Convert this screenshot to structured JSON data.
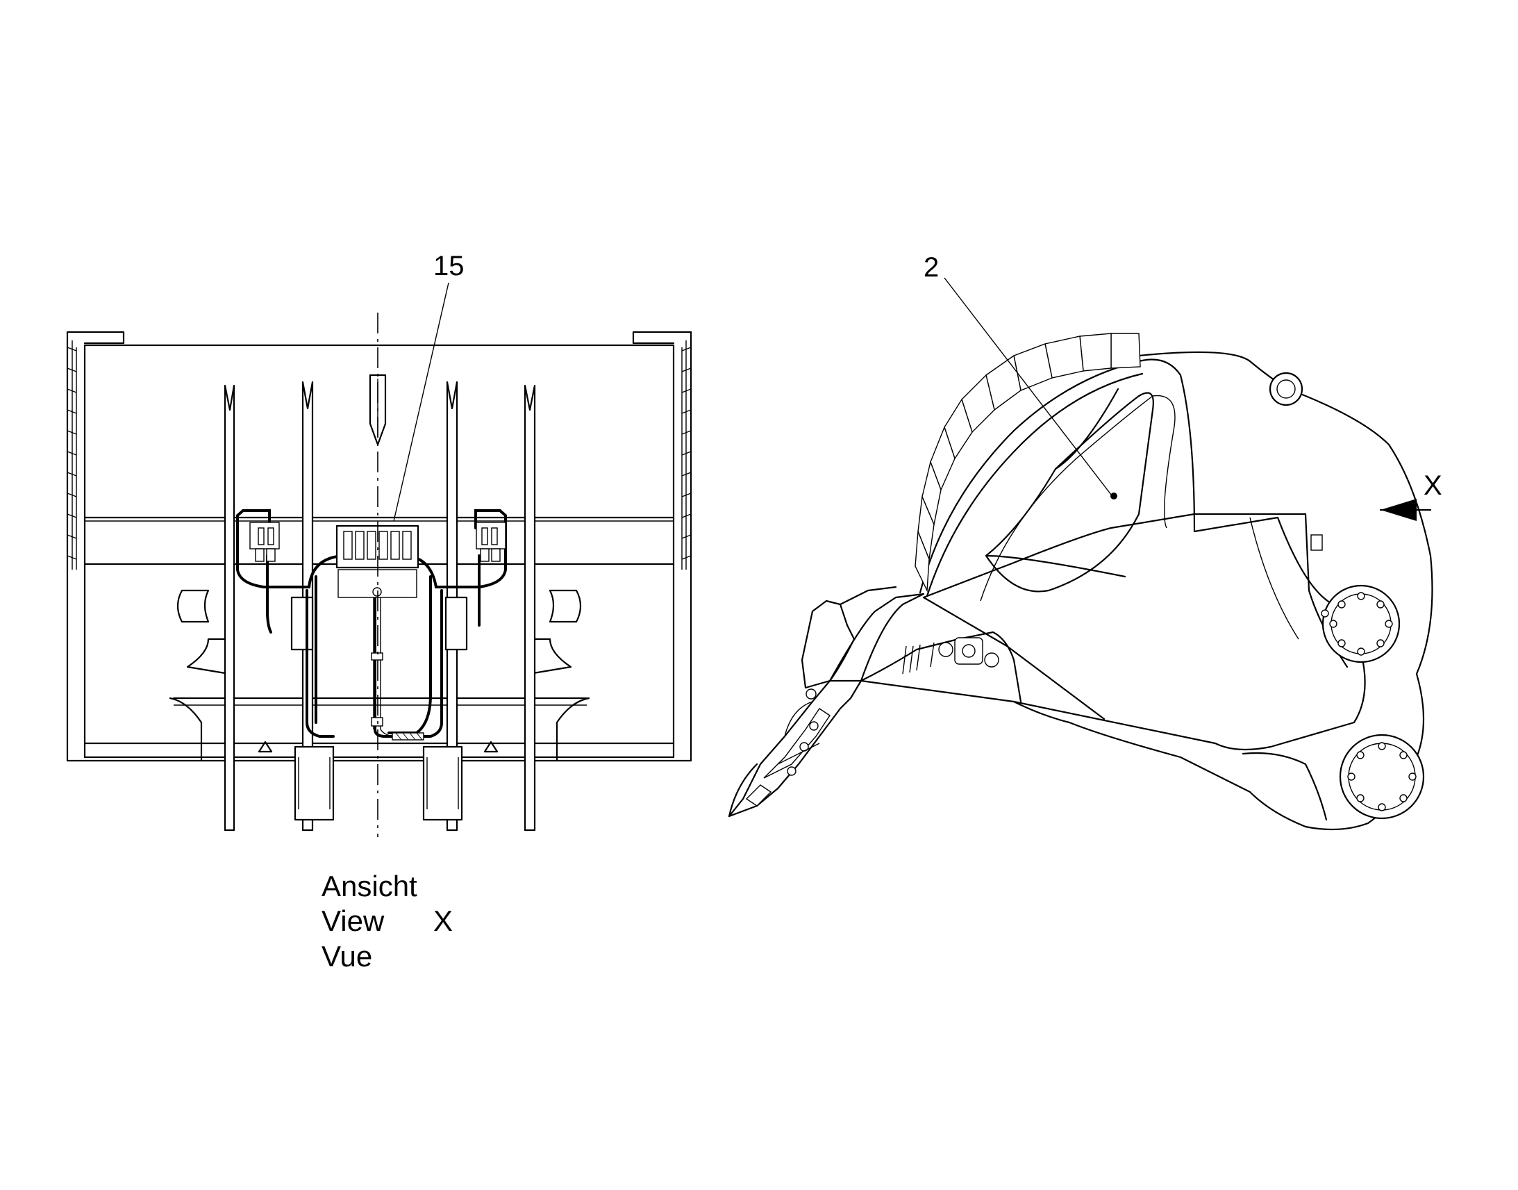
{
  "callouts": {
    "left_part": "15",
    "right_part": "2",
    "view_marker": "X"
  },
  "caption": {
    "line1": "Ansicht",
    "line2": "View",
    "line2_marker": "X",
    "line3": "Vue"
  }
}
